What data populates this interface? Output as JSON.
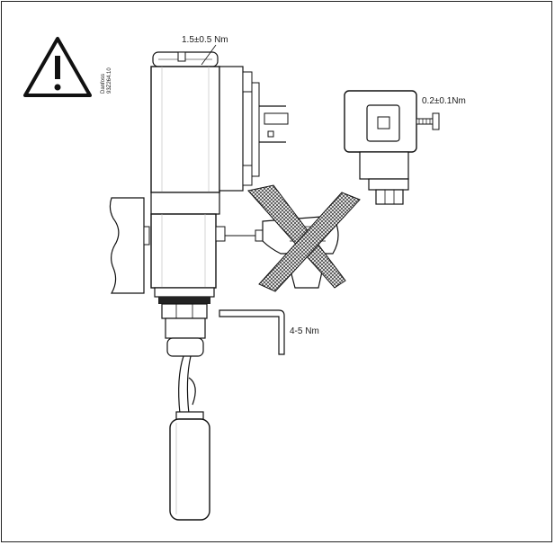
{
  "labels": {
    "torque_top": "1.5±0.5 Nm",
    "torque_coil": "0.2±0.1Nm",
    "torque_hex": "4-5 Nm"
  },
  "doc_code": {
    "brand": "Danfoss",
    "number": "93Z264.10"
  },
  "icons": {
    "warning": "warning-triangle-icon",
    "prohibited": "cross-out-icon"
  }
}
